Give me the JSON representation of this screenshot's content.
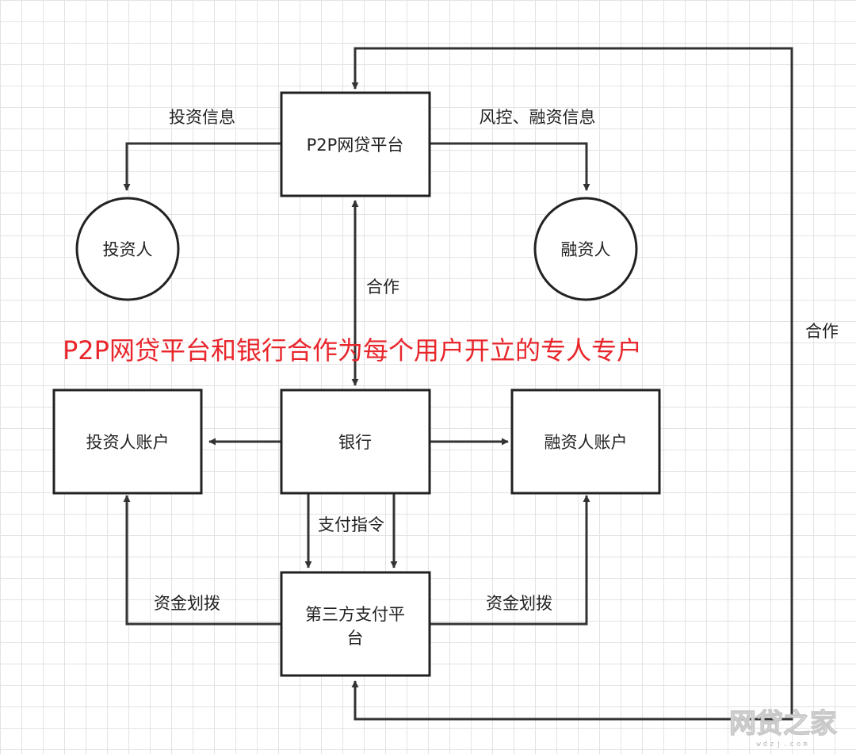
{
  "nodes": {
    "p2p_platform": "P2P网贷平台",
    "investor": "投资人",
    "borrower": "融资人",
    "bank": "银行",
    "investor_account": "投资人账户",
    "borrower_account": "融资人账户",
    "third_party_payment_line1": "第三方支付平",
    "third_party_payment_line2": "台"
  },
  "edges": {
    "investment_info": "投资信息",
    "risk_financing_info": "风控、融资信息",
    "cooperation_center": "合作",
    "cooperation_right": "合作",
    "payment_instruction": "支付指令",
    "fund_transfer_left": "资金划拨",
    "fund_transfer_right": "资金划拨"
  },
  "annotation": "P2P网贷平台和银行合作为每个用户开立的专人专户",
  "watermark": {
    "text": "网贷之家",
    "sub": "wdzj.com"
  },
  "colors": {
    "annotation": "#e8262c",
    "stroke": "#222222",
    "grid": "#e3e3e3"
  }
}
